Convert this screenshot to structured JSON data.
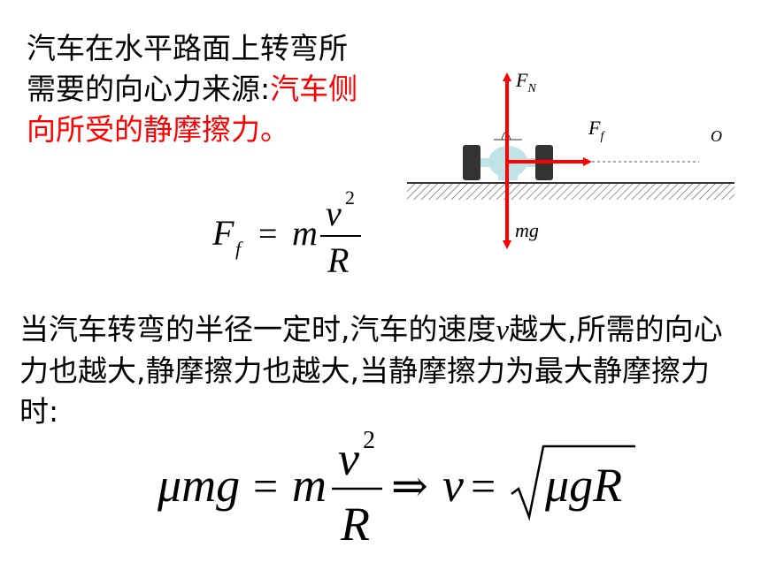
{
  "intro": {
    "line1": "汽车在水平路面上转弯所",
    "line2a": "需要的向心力来源:",
    "line2b": "汽车侧",
    "line3": "向所受的静摩擦力。"
  },
  "diagram": {
    "normal_force": "F",
    "normal_force_sub": "N",
    "friction_force": "F",
    "friction_force_sub": "f",
    "center_label": "O",
    "gravity_label": "mg"
  },
  "formula1": {
    "lhs": "F",
    "lhs_sub": "f",
    "eq": "=",
    "m": "m",
    "num": "v",
    "sup": "2",
    "den": "R"
  },
  "explanation": {
    "part1": "当汽车转弯的半径一定时,汽车的速度",
    "v": "v",
    "part2": "越大,所需的向心力也越大,静摩擦力也越大,当静摩擦力为最大静摩擦力时:"
  },
  "formula2": {
    "lhs": "μmg",
    "eq1": "=",
    "m": "m",
    "num": "v",
    "sup": "2",
    "den": "R",
    "implies": "⇒",
    "v": "v",
    "eq2": "=",
    "rad": "μgR"
  },
  "colors": {
    "highlight": "#ff0000",
    "arrow": "#ff0000",
    "car_body": "#bfe3e6",
    "wheel": "#333333"
  }
}
